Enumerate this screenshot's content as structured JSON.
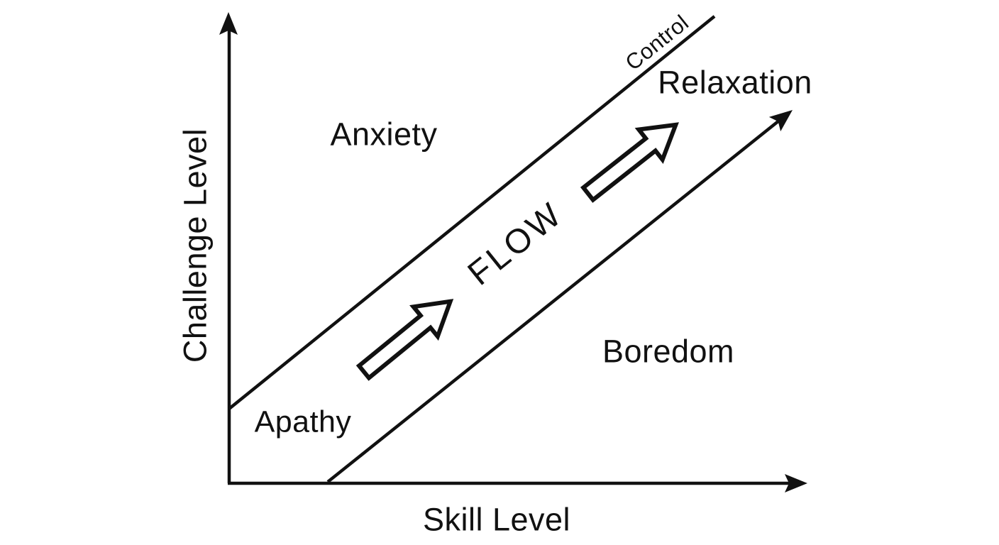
{
  "colors": {
    "ink": "#111111",
    "paper": "#ffffff"
  },
  "axes": {
    "y_label": "Challenge Level",
    "x_label": "Skill Level"
  },
  "regions": {
    "anxiety": "Anxiety",
    "flow": "FLOW",
    "boredom": "Boredom",
    "apathy": "Apathy",
    "control": "Control",
    "relaxation": "Relaxation"
  }
}
